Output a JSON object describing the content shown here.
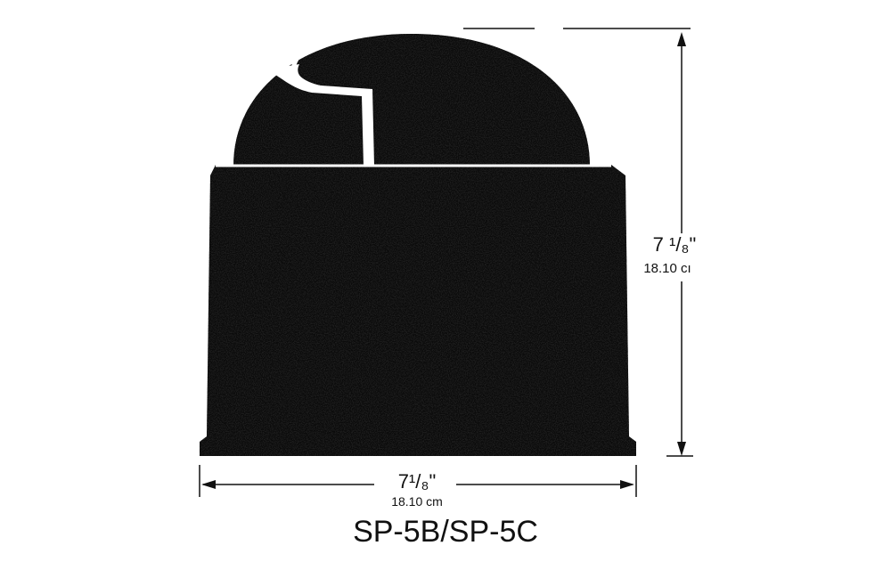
{
  "model": "SP-5B/SP-5C",
  "dimensions": {
    "width": {
      "imperial": "7¹/₈\"",
      "metric": "18.10 cm"
    },
    "height": {
      "imperial": "7 ¹/₈\"",
      "metric": "18.10 cı"
    }
  },
  "colors": {
    "ink": "#1a1a1a",
    "background": "#ffffff"
  }
}
